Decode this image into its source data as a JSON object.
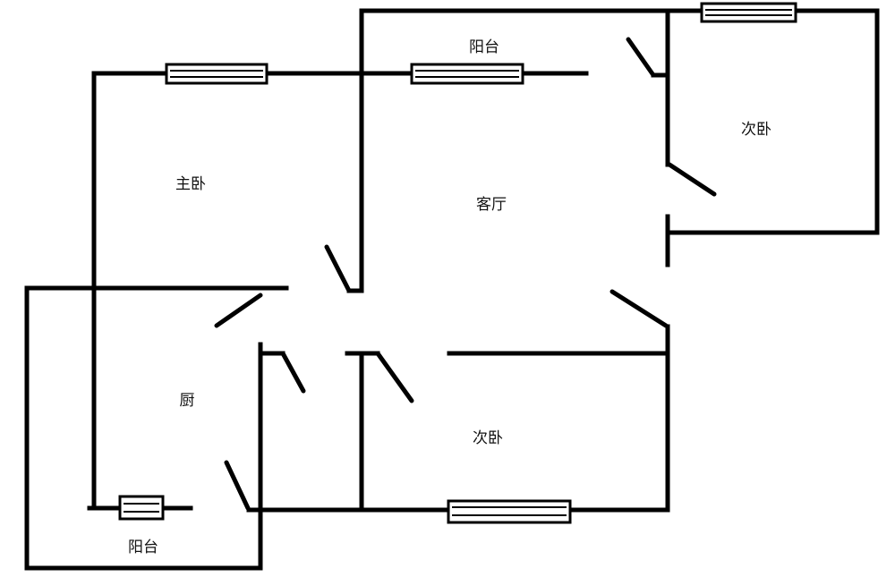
{
  "rooms": {
    "balcony_top": "阳台",
    "master_bedroom": "主卧",
    "living_room": "客厅",
    "second_bedroom_right": "次卧",
    "kitchen": "厨",
    "second_bedroom_bottom": "次卧",
    "balcony_bottom": "阳台"
  },
  "colors": {
    "wall": "#000000",
    "background": "#ffffff",
    "window_fill": "#ffffff"
  }
}
